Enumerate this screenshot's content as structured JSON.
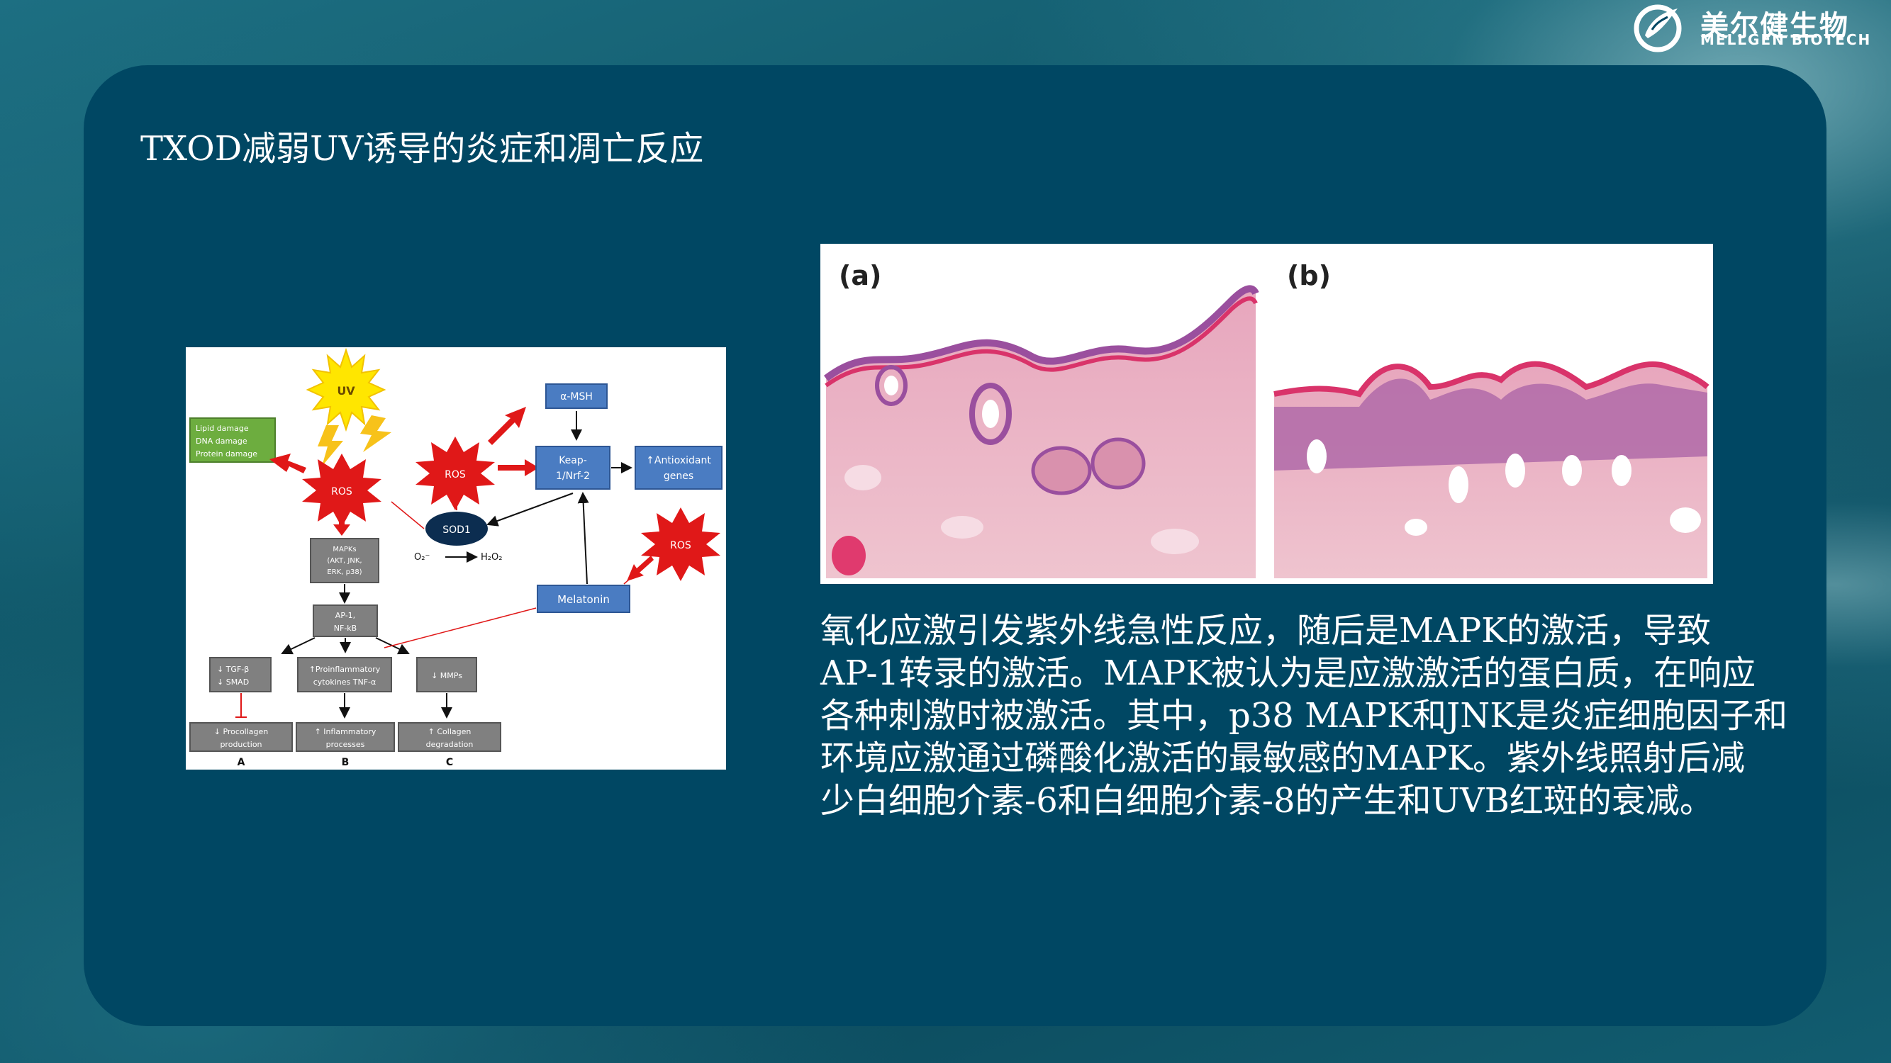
{
  "logo": {
    "name_cn": "美尔健生物",
    "name_en": "MELLGEN BIOTECH",
    "icon": "leaf-swirl-logo-icon"
  },
  "slide": {
    "title": "TXOD减弱UV诱导的炎症和凋亡反应",
    "body_lines": [
      "氧化应激引发紫外线急性反应，随后是MAPK的激活，导致",
      "AP-1转录的激活。MAPK被认为是应激激活的蛋白质，在响应",
      "各种刺激时被激活。其中，p38 MAPK和JNK是炎症细胞因子和",
      "环境应激通过磷酸化激活的最敏感的MAPK。紫外线照射后减",
      "少白细胞介素-6和白细胞介素-8的产生和UVB红斑的衰减。"
    ]
  },
  "diagram": {
    "uv": "UV",
    "damage": [
      "Lipid damage",
      "DNA damage",
      "Protein damage"
    ],
    "ros": "ROS",
    "msh": "α-MSH",
    "keap": [
      "Keap-",
      "1/Nrf-2"
    ],
    "antioxidant": [
      "↑Antioxidant",
      "genes"
    ],
    "sod1": "SOD1",
    "o2": "O₂⁻",
    "h2o2": "H₂O₂",
    "mapks": [
      "MAPKs",
      "(AKT, JNK,",
      "ERK, p38)"
    ],
    "ap1": [
      "AP-1,",
      "NF-kB"
    ],
    "melatonin": "Melatonin",
    "tgf": [
      "↓ TGF-β",
      "↓ SMAD"
    ],
    "proinflam": [
      "↑Proinflammatory",
      "cytokines TNF-α"
    ],
    "mmps": "↓ MMPs",
    "procollagen": [
      "↓ Procollagen",
      "production"
    ],
    "inflammatory": [
      "↑ Inflammatory",
      "processes"
    ],
    "collagen": [
      "↑ Collagen",
      "degradation"
    ],
    "col_labels": [
      "A",
      "B",
      "C"
    ]
  },
  "histology": {
    "panel_a": "(a)",
    "panel_b": "(b)"
  },
  "colors": {
    "panel": "#004763",
    "box_blue": "#4a7cc2",
    "box_gray": "#808080",
    "ros_red": "#e01818",
    "tissue_pink": "#eab0c0",
    "epidermis_purple": "#9a4f9e"
  }
}
